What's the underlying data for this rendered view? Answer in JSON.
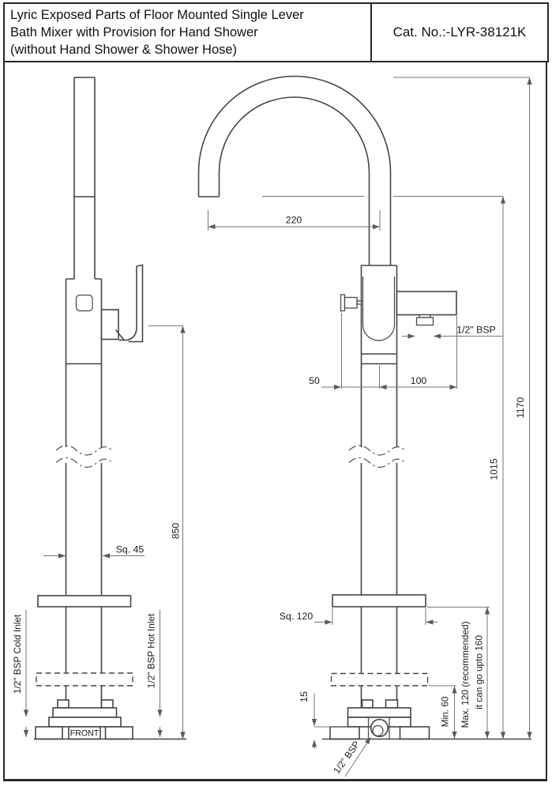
{
  "title_block": {
    "title_lines": [
      "Lyric Exposed Parts of Floor Mounted Single Lever",
      "Bath Mixer with Provision for Hand Shower",
      "(without Hand Shower & Shower Hose)"
    ],
    "catalog_number": "Cat. No.:-LYR-38121K"
  },
  "dimensions": {
    "spout_reach": "220",
    "overall_height": "1170",
    "outlet_height": "1015",
    "handle_height": "850",
    "diverter_offset": "50",
    "spout_offset": "100",
    "spout_thread": "1/2\" BSP",
    "body_square": "Sq. 45",
    "flange_square": "Sq. 120",
    "base_height": "15",
    "min_cover": "Min. 60",
    "max_cover_line1": "Max. 120 (recommended)",
    "max_cover_line2": "it can go upto 160",
    "inlet_thread": "1/2\" BSP",
    "cold_inlet": "1/2\" BSP Cold Inlet",
    "hot_inlet": "1/2\" BSP Hot Inlet"
  },
  "labels": {
    "front": "FRONT"
  },
  "colors": {
    "product_line": "#454545",
    "dimension_line": "#767676",
    "text": "#1b1b1b",
    "border": "#2a2a2a",
    "background": "#ffffff"
  }
}
